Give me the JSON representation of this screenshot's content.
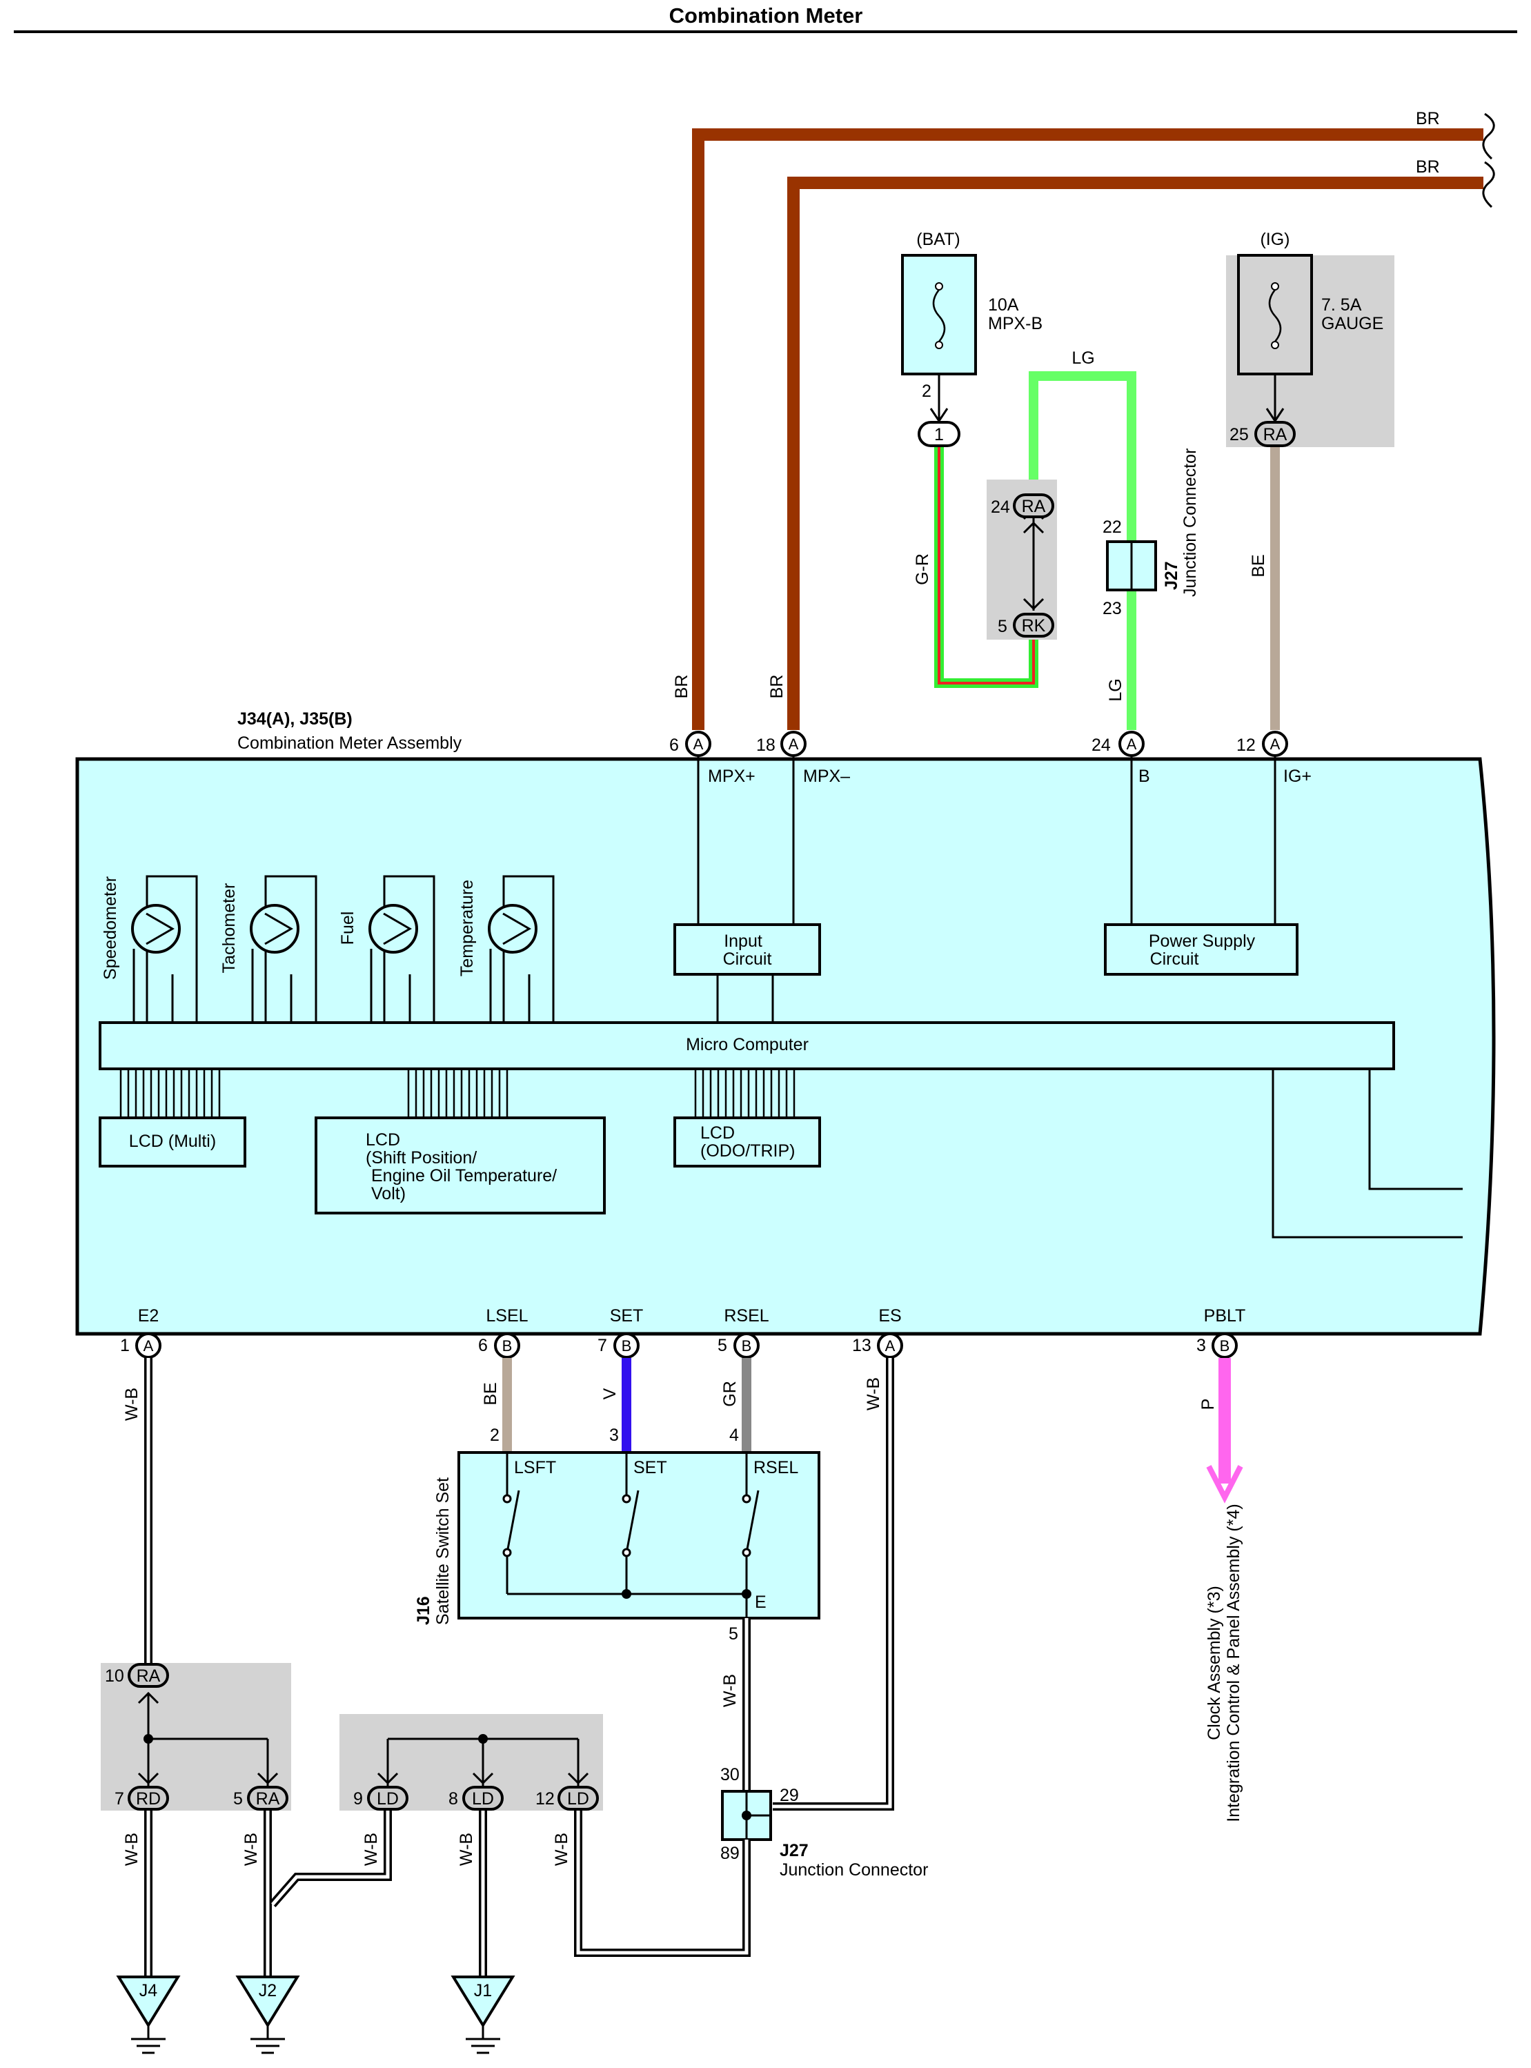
{
  "title": "Combination Meter",
  "colors": {
    "BR": "#993300",
    "LG": "#66ff66",
    "G_R_green": "#33ee33",
    "G_R_red": "#ee2222",
    "BE": "#b8a898",
    "V": "#3311ee",
    "GR": "#888888",
    "P": "#ff66ee",
    "meter_fill": "#ccffff",
    "gray_box": "#d3d3d3"
  },
  "wires": {
    "br_top": "BR",
    "br_second": "BR",
    "lg_top": "LG",
    "g_r": "G-R",
    "be_ig": "BE",
    "br_mpx_plus": "BR",
    "br_mpx_minus": "BR",
    "lg_b": "LG",
    "be_lsel": "BE",
    "v_set": "V",
    "gr_rsel": "GR",
    "wb_es": "W-B",
    "p_pblt": "P",
    "wb_e2": "W-B",
    "wb_j16": "W-B",
    "wb_rd": "W-B",
    "wb_ra5": "W-B",
    "wb_ld9": "W-B",
    "wb_ld8": "W-B",
    "wb_ld12": "W-B"
  },
  "fuses": {
    "bat": {
      "source": "(BAT)",
      "rating": "10A",
      "name": "MPX-B",
      "pin": "2"
    },
    "ig": {
      "source": "(IG)",
      "rating": "7. 5A",
      "name": "GAUGE"
    }
  },
  "connectors": {
    "c1": "1",
    "ra25_pin": "25",
    "ra25": "RA",
    "ra24_pin": "24",
    "ra24": "RA",
    "rk5_pin": "5",
    "rk5": "RK",
    "j27_top": {
      "id": "J27",
      "name": "Junction Connector",
      "pin_top": "22",
      "pin_bottom": "23"
    },
    "a6_pin": "6",
    "a6": "A",
    "a18_pin": "18",
    "a18": "A",
    "a24_pin": "24",
    "a24": "A",
    "a12_pin": "12",
    "a12": "A",
    "a1_pin": "1",
    "a1": "A",
    "b6_pin": "6",
    "b6": "B",
    "b7_pin": "7",
    "b7": "B",
    "b5_pin": "5",
    "b5": "B",
    "a13_pin": "13",
    "a13": "A",
    "b3_pin": "3",
    "b3": "B",
    "ra10_pin": "10",
    "ra10": "RA",
    "rd7_pin": "7",
    "rd7": "RD",
    "ra5_pin": "5",
    "ra5": "RA",
    "ld9_pin": "9",
    "ld9": "LD",
    "ld8_pin": "8",
    "ld8": "LD",
    "ld12_pin": "12",
    "ld12": "LD",
    "j27_bottom": {
      "id": "J27",
      "name": "Junction Connector",
      "pin_30": "30",
      "pin_29": "29",
      "pin_89": "89"
    },
    "grounds": [
      "J4",
      "J2",
      "J1"
    ]
  },
  "meter": {
    "id": "J34(A), J35(B)",
    "name": "Combination Meter Assembly",
    "terminals": {
      "mpx_plus": "MPX+",
      "mpx_minus": "MPX–",
      "b": "B",
      "ig_plus": "IG+",
      "e2": "E2",
      "lsel": "LSEL",
      "set": "SET",
      "rsel": "RSEL",
      "es": "ES",
      "pblt": "PBLT"
    },
    "gauges": [
      "Speedometer",
      "Tachometer",
      "Fuel",
      "Temperature"
    ],
    "input_circuit": [
      "Input",
      "Circuit"
    ],
    "power_supply": [
      "Power Supply",
      "Circuit"
    ],
    "micro_computer": "Micro Computer",
    "lcd_multi": "LCD (Multi)",
    "lcd_shift": [
      "LCD",
      "(Shift Position/",
      "Engine Oil Temperature/",
      "Volt)"
    ],
    "lcd_odo": [
      "LCD",
      "(ODO/TRIP)"
    ]
  },
  "switch": {
    "id": "J16",
    "name": "Satellite Switch Set",
    "labels": {
      "lsft": "LSFT",
      "set": "SET",
      "rsel": "RSEL",
      "e": "E"
    },
    "pins": {
      "p2": "2",
      "p3": "3",
      "p4": "4",
      "p5": "5"
    }
  },
  "clock": [
    "Clock Assembly (*3)",
    "Integration Control & Panel Assembly (*4)"
  ]
}
